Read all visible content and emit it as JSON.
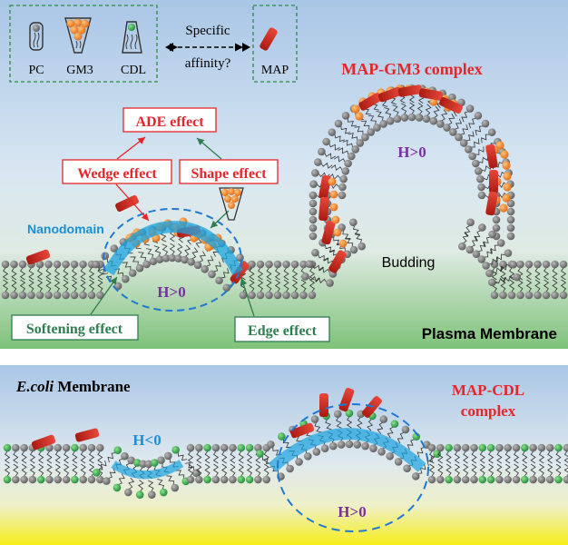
{
  "legend": {
    "pc_label": "PC",
    "gm3_label": "GM3",
    "cdl_label": "CDL",
    "map_label": "MAP",
    "affinity_line1": "Specific",
    "affinity_line2": "affinity?"
  },
  "top_panel": {
    "complex_label": "MAP-GM3 complex",
    "ade_effect": "ADE effect",
    "wedge_effect": "Wedge effect",
    "shape_effect": "Shape effect",
    "nanodomain": "Nanodomain",
    "h_positive_domain": "H>0",
    "h_positive_bud": "H>0",
    "budding": "Budding",
    "softening_effect": "Softening effect",
    "edge_effect": "Edge effect",
    "membrane_label": "Plasma Membrane"
  },
  "bottom_panel": {
    "membrane_italic": "E.coli",
    "membrane_rest": " Membrane",
    "h_negative": "H<0",
    "h_positive": "H>0",
    "complex_line1": "MAP-CDL",
    "complex_line2": "complex"
  },
  "colors": {
    "red_label": "#e5262a",
    "purple_label": "#7a2fa0",
    "green_label": "#2e7d4f",
    "blue_label": "#1a8fd6",
    "map_red": "#d42a1e",
    "gm3_orange": "#f08a2c",
    "cdl_green": "#2aa24a",
    "pc_gray": "#6e6e6e"
  }
}
